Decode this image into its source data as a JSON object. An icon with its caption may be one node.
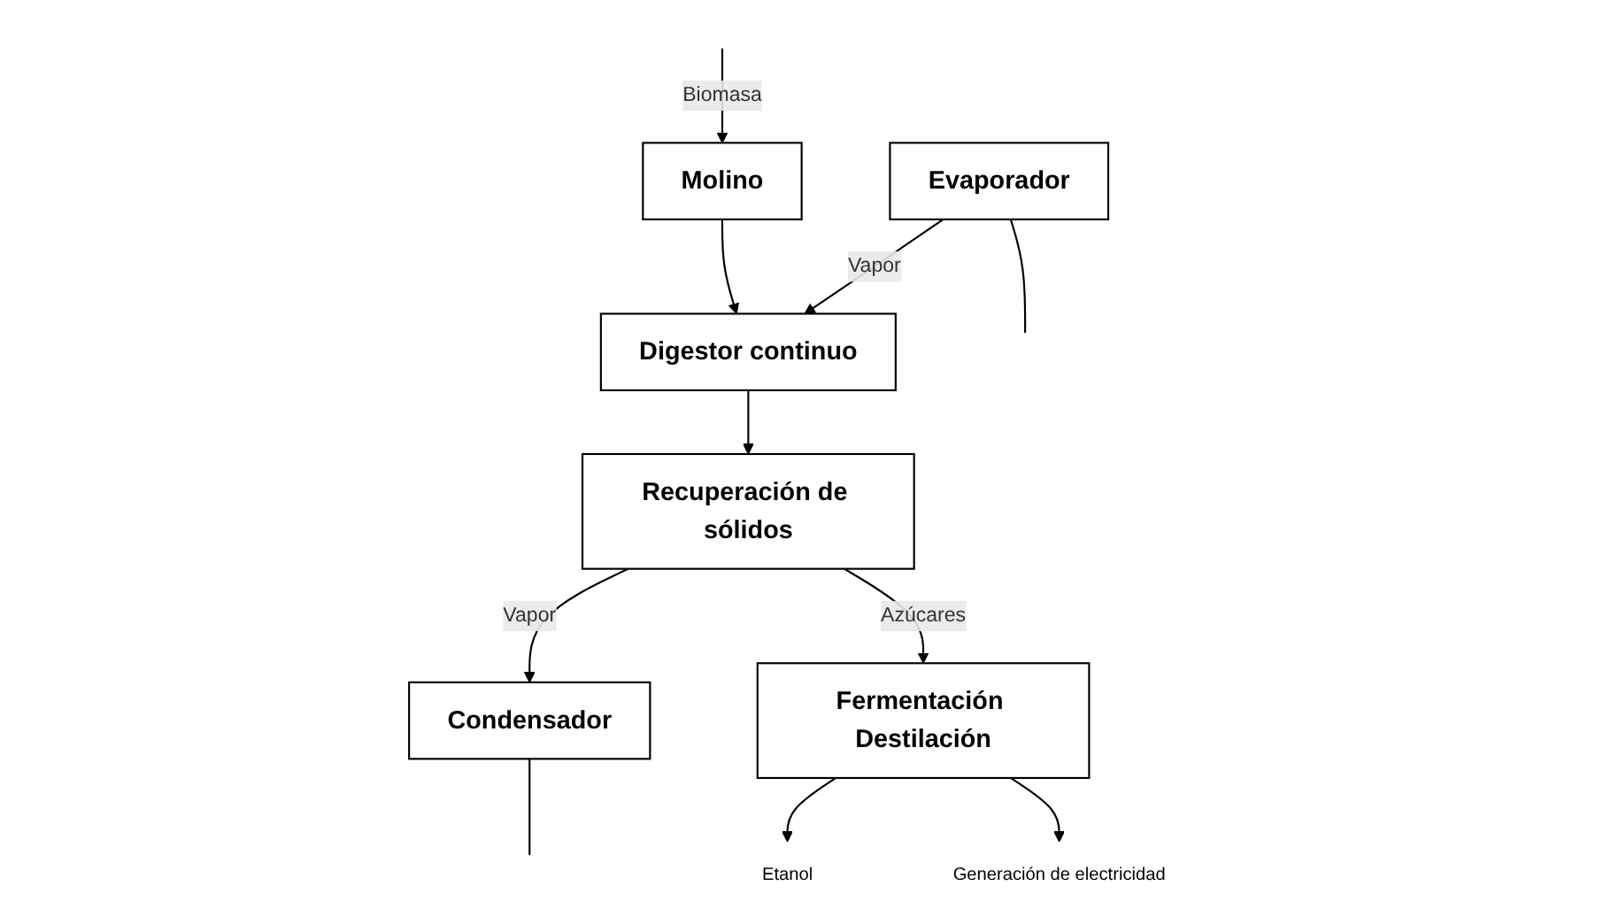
{
  "diagram": {
    "nodes": [
      {
        "text": [
          "Molino"
        ]
      },
      {
        "text": [
          "Condensador"
        ]
      },
      {
        "text": [
          "Digestor continuo"
        ]
      },
      {
        "text": [
          "Evaporador"
        ]
      },
      {
        "text": [
          "Recuperación de sólidos"
        ]
      },
      {
        "text": [
          "Fermentación Destilación"
        ]
      },
      {
        "text": [
          "Etanol"
        ]
      },
      {
        "text": [
          "Generación de electricidad"
        ]
      }
    ],
    "edges": [
      {
        "from": null,
        "to": 0,
        "arrow": "to",
        "label": "Biomasa"
      },
      {
        "from": 0,
        "to": 2,
        "arrow": "to"
      },
      {
        "from": 3,
        "to": 2,
        "arrow": "to",
        "label": "Vapor"
      },
      {
        "from": 2,
        "to": 4,
        "arrow": "to"
      },
      {
        "from": 4,
        "to": 1,
        "arrow": "to",
        "label": "Vapor"
      },
      {
        "from": 4,
        "to": 5,
        "arrow": "to",
        "label": "Azúcares"
      },
      {
        "from": 5,
        "to": 6,
        "arrow": "to"
      },
      {
        "from": 5,
        "to": 7,
        "arrow": "to"
      },
      {
        "from": 3,
        "to": null,
        "arrow": "none"
      },
      {
        "from": 1,
        "to": null,
        "arrow": "none"
      }
    ]
  }
}
